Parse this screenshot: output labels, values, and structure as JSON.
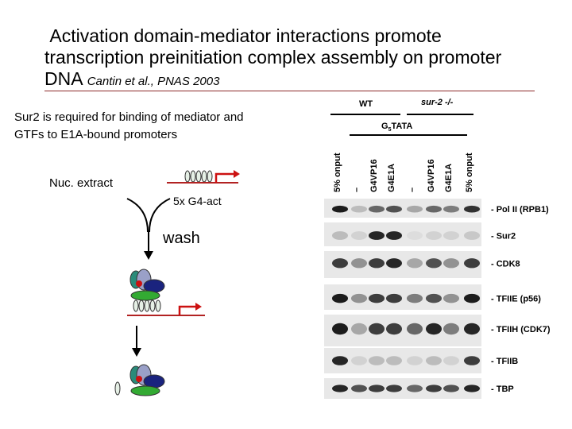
{
  "slide": {
    "title_line1": "Activation domain-mediator interactions promote",
    "title_line2": "transcription preinitiation complex assembly on promoter",
    "title_line3_main": "DNA",
    "title_citation": "Cantin et al., PNAS 2003",
    "subtitle_line1": "Sur2 is required for binding of mediator and",
    "subtitle_line2": "GTFs to E1A-bound promoters"
  },
  "diagram": {
    "nuc_extract": "Nuc. extract",
    "promoter_label": "5x G4-act",
    "wash": "wash"
  },
  "gel": {
    "group_wt": "WT",
    "group_mut": "sur-2 -/-",
    "template_label": "G",
    "template_sub": "5",
    "template_suffix": "TATA",
    "lanes": [
      "5% onput",
      "–",
      "G4VP16",
      "G4E1A",
      "–",
      "G4VP16",
      "G4E1A",
      "5% onput"
    ],
    "bands": [
      "- Pol II (RPB1)",
      "- Sur2",
      "- CDK8",
      "- TFIIE (p56)",
      "- TFIIH (CDK7)",
      "- TFIIB",
      "- TBP"
    ]
  }
}
